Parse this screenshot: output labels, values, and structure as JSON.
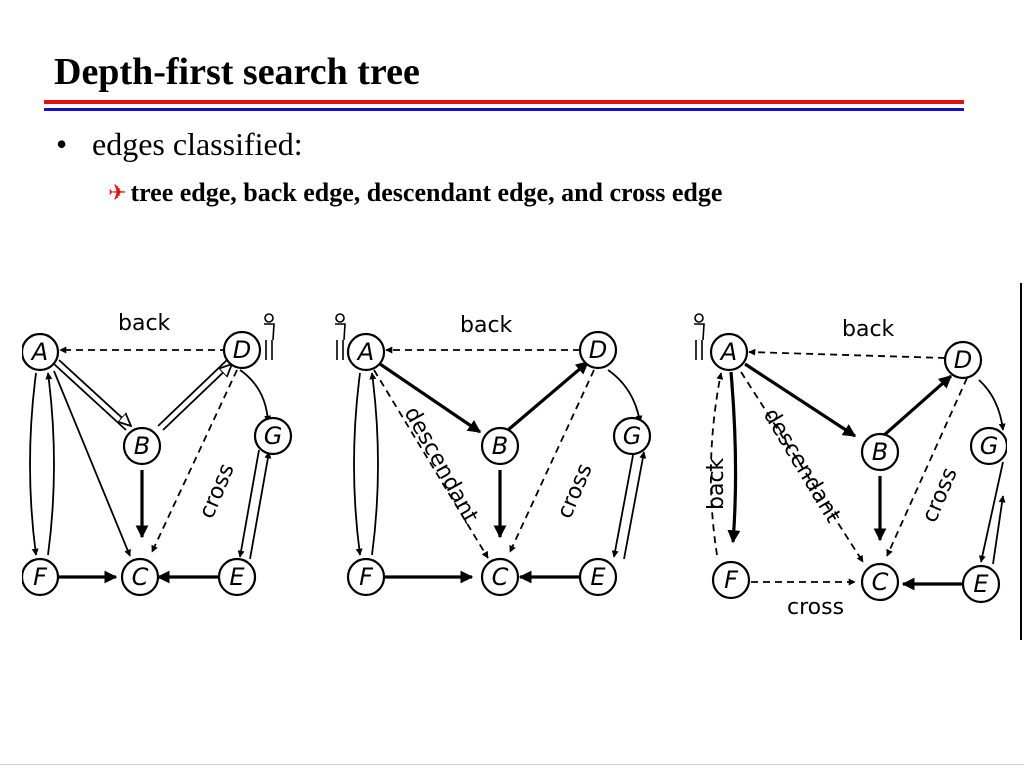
{
  "slide": {
    "title": "Depth-first search tree",
    "bullet_1": "edges classified:",
    "bullet_2": "tree edge, back edge, descendant edge, and cross edge"
  },
  "icons": {
    "bullet_2_marker": "airplane-icon",
    "root_marker": "person-icon"
  },
  "colors": {
    "rule_top": "#e01010",
    "rule_bottom": "#1010c8",
    "marker": "#e01010"
  },
  "diagrams": [
    {
      "nodes": {
        "A": "A",
        "B": "B",
        "C": "C",
        "D": "D",
        "E": "E",
        "F": "F",
        "G": "G"
      },
      "labels": {
        "back": "back",
        "cross": "cross"
      }
    },
    {
      "nodes": {
        "A": "A",
        "B": "B",
        "C": "C",
        "D": "D",
        "E": "E",
        "F": "F",
        "G": "G"
      },
      "labels": {
        "back": "back",
        "descendant": "descendant",
        "cross": "cross"
      }
    },
    {
      "nodes": {
        "A": "A",
        "B": "B",
        "C": "C",
        "D": "D",
        "E": "E",
        "F": "F",
        "G": "G"
      },
      "labels": {
        "back_top": "back",
        "back_side": "back",
        "descendant": "descendant",
        "cross_diag": "cross",
        "cross_bottom": "cross"
      }
    }
  ]
}
